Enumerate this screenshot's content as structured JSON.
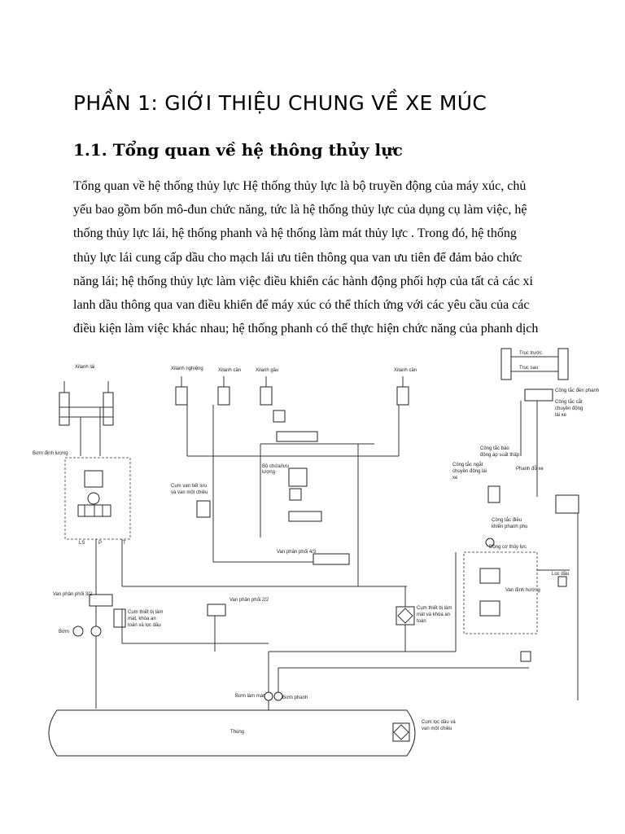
{
  "heading": "PHẦN 1: GIỚI THIỆU CHUNG VỀ XE MÚC",
  "subheading": "1.1. Tổng quan về hệ thông thủy lực",
  "paragraph_lines": [
    "Tổng quan về hệ thống thủy lực Hệ thống thủy lực là bộ truyền động của máy xúc, chủ",
    "yếu bao gồm bốn mô-đun chức năng, tức là hệ thống thủy lực của dụng cụ làm việc, hệ",
    "thống thủy lực lái, hệ thống phanh và hệ thống làm mát thủy lực . Trong đó, hệ thống",
    "thủy lực lái cung cấp dầu cho mạch lái ưu tiên thông qua van ưu tiên để đảm bảo chức",
    "năng lái; hệ thống thủy lực làm việc điều khiển các hành động phối hợp của tất cả các xi",
    "lanh dầu thông qua van điều khiển để máy xúc có thể thích ứng với các yêu cầu của các",
    "điều kiện làm việc khác nhau; hệ thống phanh có thể thực hiện chức năng của phanh dịch"
  ],
  "diagram": {
    "labels": {
      "xlanh_lai": "Xilanh lái",
      "xlanh_nghieng": "Xilanh nghiêng",
      "xlanh_can1": "Xilanh cần",
      "xlanh_gau": "Xilanh gầu",
      "xlanh_can2": "Xilanh cần",
      "truc_truoc": "Trục trước",
      "truc_sau": "Trục sau",
      "cong_tac_den_phanh": "Công tắc đèn phanh",
      "cong_tac_cat_1": "Công tắc cắt",
      "cong_tac_cat_2": "chuyền động",
      "cong_tac_cat_3": "lái xe",
      "bom_dinh_luong": "Bơm định lượng",
      "cong_tac_bao_1": "Công tắc báo",
      "cong_tac_bao_2": "động áp suất thấp",
      "cong_tac_ngat_1": "Công tắc ngắt",
      "cong_tac_ngat_2": "chuyền động lái",
      "cong_tac_ngat_3": "xe",
      "phanh_do_xe": "Phanh đỗ xe",
      "bo_chua_1": "Bộ chứa/lưu",
      "bo_chua_2": "lượng",
      "cum_van_1": "Cụm van tiết lưu",
      "cum_van_2": "và van một chiều",
      "cong_tac_dieu_1": "Công tắc điều",
      "cong_tac_dieu_2": "khiển phanh phụ",
      "dong_co": "Động cơ thủy lực",
      "ls": "LS",
      "p": "P",
      "t": "T",
      "van_phan_phoi_43": "Van phân phối 4/3",
      "loc_dau": "Lọc dầu",
      "van_dinh_huong": "Van định hướng",
      "van_phan_phoi_32": "Van phân phối 3/2",
      "van_phan_phoi_22": "Van phân phối 2/2",
      "cum_thiet_bi_1": "Cụm thiết bị làm",
      "cum_thiet_bi_2": "mát, khóa an",
      "cum_thiet_bi_3": "toàn và lọc dầu",
      "cum_thiet_bi_r1": "Cụm thiết bị làm",
      "cum_thiet_bi_r2": "mát và khóa an",
      "cum_thiet_bi_r3": "toàn",
      "bom": "Bơm",
      "bom_lam_mat": "Bơm làm mát",
      "bom_phanh": "Bơm phanh",
      "thung": "Thùng",
      "cum_loc_1": "Cụm lọc dầu và",
      "cum_loc_2": "van một chiều"
    }
  }
}
